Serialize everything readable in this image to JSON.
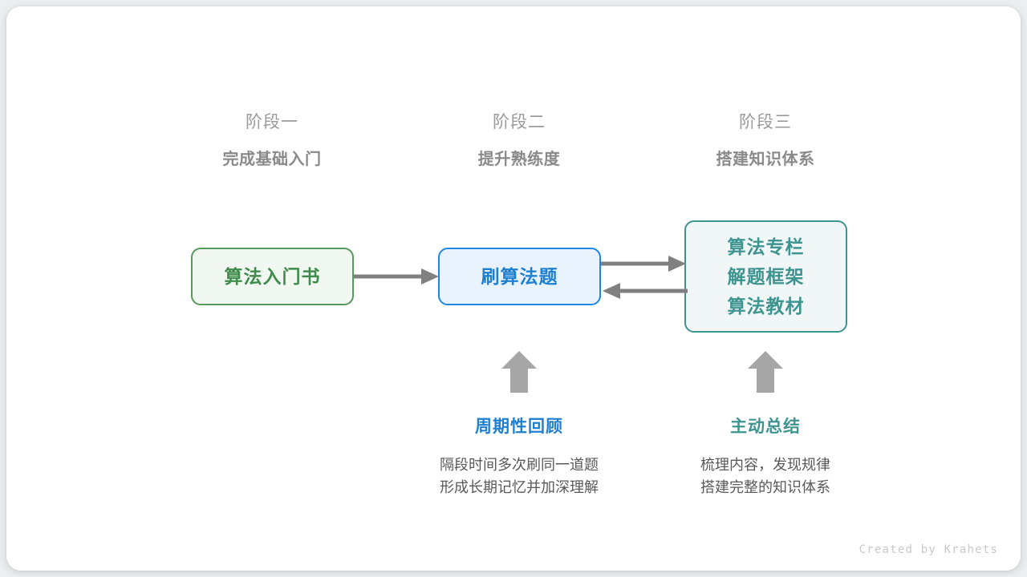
{
  "canvas": {
    "background": "#ffffff",
    "page_background": "#eceef0"
  },
  "stages": [
    {
      "index_label": "阶段一",
      "title": "完成基础入门"
    },
    {
      "index_label": "阶段二",
      "title": "提升熟练度"
    },
    {
      "index_label": "阶段三",
      "title": "搭建知识体系"
    }
  ],
  "nodes": {
    "book": {
      "lines": [
        "算法入门书"
      ],
      "border_color": "#55995c",
      "fill_color": "#f1f8f1",
      "text_color": "#3f8b4c"
    },
    "practice": {
      "lines": [
        "刷算法题"
      ],
      "border_color": "#1e87e0",
      "fill_color": "#e8f3fd",
      "text_color": "#1f7fd0"
    },
    "resources": {
      "lines": [
        "算法专栏",
        "解题框架",
        "算法教材"
      ],
      "border_color": "#3d9490",
      "fill_color": "#f0f7f6",
      "text_color": "#3d9490"
    }
  },
  "connectors": {
    "color": "#808080",
    "book_to_practice": "arrow-right",
    "practice_to_resources": "arrow-right",
    "resources_to_practice": "arrow-left",
    "up_arrow_review": "arrow-up",
    "up_arrow_summary": "arrow-up"
  },
  "annotations": [
    {
      "title": "周期性回顾",
      "title_color": "#1f7fd0",
      "desc_lines": [
        "隔段时间多次刷同一道题",
        "形成长期记忆并加深理解"
      ]
    },
    {
      "title": "主动总结",
      "title_color": "#3d9490",
      "desc_lines": [
        "梳理内容，发现规律",
        "搭建完整的知识体系"
      ]
    }
  ],
  "credit": "Created by Krahets"
}
